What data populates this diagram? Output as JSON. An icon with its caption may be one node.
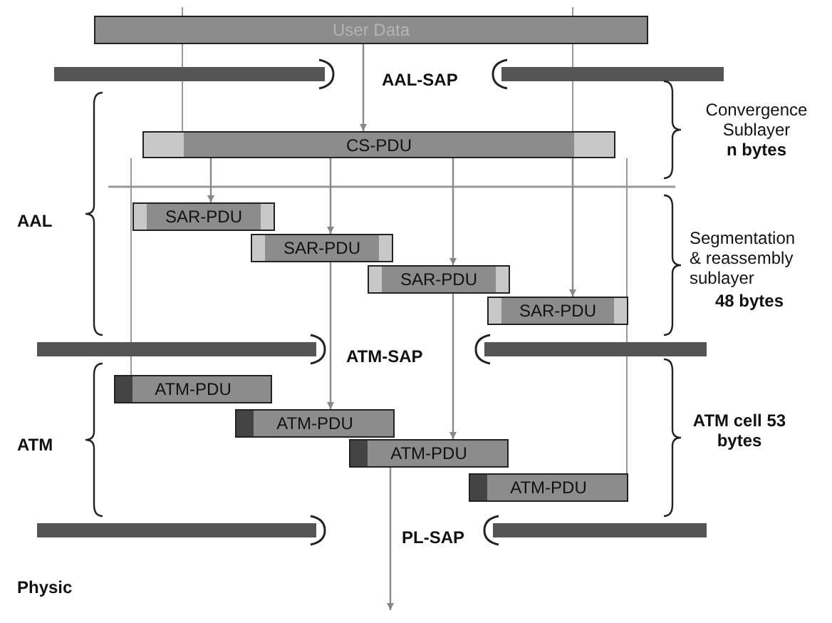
{
  "diagram": {
    "nodes": [
      {
        "text": [
          "User Data"
        ]
      },
      {
        "text": [
          "CS-PDU"
        ]
      },
      {
        "text": [
          "SAR-PDU"
        ]
      },
      {
        "text": [
          "SAR-PDU"
        ]
      },
      {
        "text": [
          "SAR-PDU"
        ]
      },
      {
        "text": [
          "SAR-PDU"
        ]
      },
      {
        "text": [
          "ATM-PDU"
        ]
      },
      {
        "text": [
          "ATM-PDU"
        ]
      },
      {
        "text": [
          "ATM-PDU"
        ]
      },
      {
        "text": [
          "ATM-PDU"
        ]
      }
    ],
    "edges": [
      {
        "from": 0,
        "to": 1,
        "arrow": "to"
      },
      {
        "from": 1,
        "to": 2,
        "arrow": "to"
      },
      {
        "from": 1,
        "to": 3,
        "arrow": "to"
      },
      {
        "from": 1,
        "to": 4,
        "arrow": "to"
      },
      {
        "from": 1,
        "to": 5,
        "arrow": "to"
      },
      {
        "from": 3,
        "to": 7,
        "arrow": "to"
      },
      {
        "from": 4,
        "to": 8,
        "arrow": "to"
      },
      {
        "from": 8,
        "to": null,
        "arrow": "to"
      }
    ],
    "labels": [
      "AAL-SAP",
      "Convergence Sublayer",
      "n bytes",
      "AAL",
      "Segmentation & reassembly sublayer",
      "48 bytes",
      "ATM-SAP",
      "ATM",
      "ATM cell 53 bytes",
      "PL-SAP",
      "Physic"
    ]
  }
}
